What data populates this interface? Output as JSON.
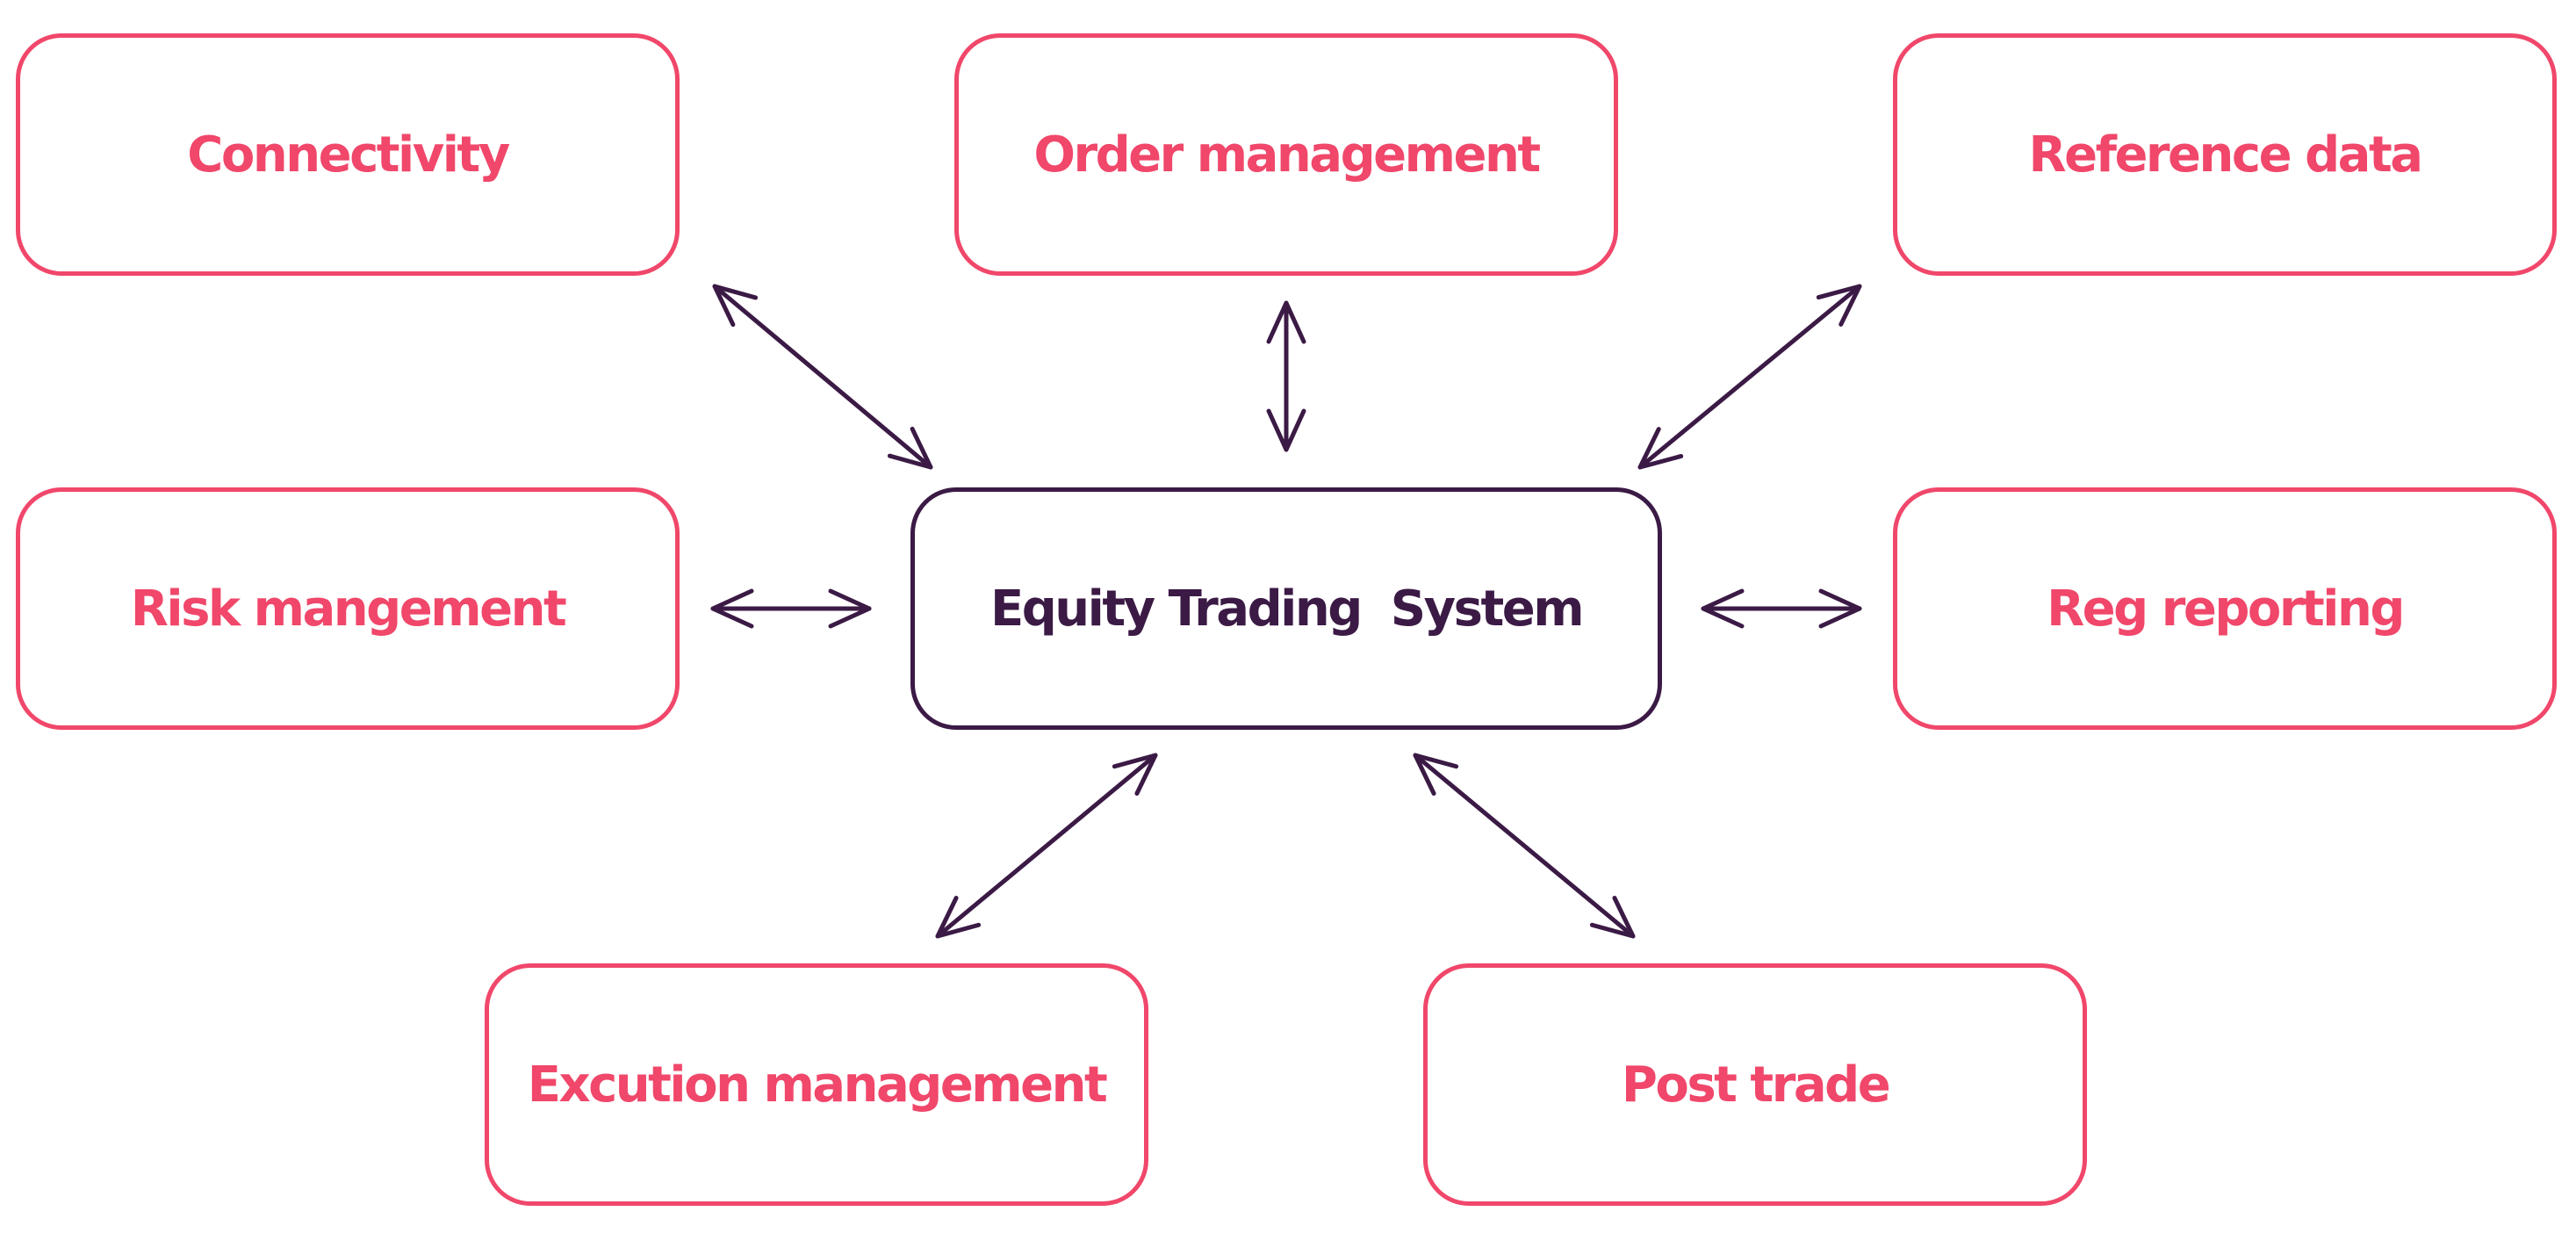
{
  "diagram": {
    "center": {
      "label": "Equity Trading  System"
    },
    "nodes": {
      "connectivity": {
        "label": "Connectivity"
      },
      "order_management": {
        "label": "Order management"
      },
      "reference_data": {
        "label": "Reference data"
      },
      "risk_management": {
        "label": "Risk mangement"
      },
      "reg_reporting": {
        "label": "Reg reporting"
      },
      "execution_management": {
        "label": "Excution management"
      },
      "post_trade": {
        "label": "Post trade"
      }
    },
    "edges": [
      {
        "from": "center",
        "to": "connectivity",
        "bidirectional": true
      },
      {
        "from": "center",
        "to": "order_management",
        "bidirectional": true
      },
      {
        "from": "center",
        "to": "reference_data",
        "bidirectional": true
      },
      {
        "from": "center",
        "to": "risk_management",
        "bidirectional": true
      },
      {
        "from": "center",
        "to": "reg_reporting",
        "bidirectional": true
      },
      {
        "from": "center",
        "to": "execution_management",
        "bidirectional": true
      },
      {
        "from": "center",
        "to": "post_trade",
        "bidirectional": true
      }
    ],
    "colors": {
      "accent": "#f0476a",
      "primary": "#3b1a45",
      "background": "#ffffff"
    }
  }
}
